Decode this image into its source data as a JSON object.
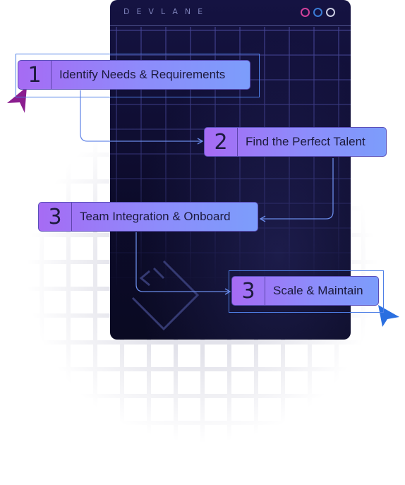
{
  "window": {
    "brand": "DEVLANE",
    "controls": [
      "circle-pink",
      "circle-blue",
      "circle-white"
    ]
  },
  "steps": [
    {
      "number": "1",
      "label": "Identify Needs & Requirements"
    },
    {
      "number": "2",
      "label": "Find the Perfect Talent"
    },
    {
      "number": "3",
      "label": "Team Integration & Onboard"
    },
    {
      "number": "3",
      "label": "Scale & Maintain"
    }
  ],
  "colors": {
    "window_bg": "#0c0b2a",
    "step_gradient_start": "#a66bf4",
    "step_gradient_end": "#7c9dfb",
    "connector": "#6a8be8",
    "cursor_purple": "#8b1e8f",
    "cursor_blue": "#2a6fe0",
    "selection": "#4e7fe6"
  },
  "icons": [
    "logo-mark-icon",
    "cursor-arrow-icon"
  ]
}
